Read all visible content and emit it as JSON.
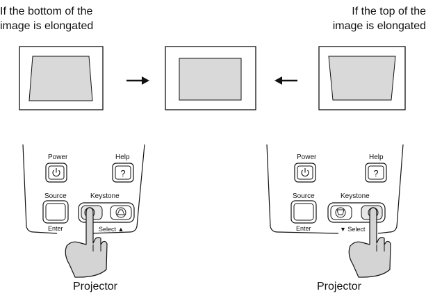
{
  "captions": {
    "left": [
      "If the bottom of the",
      "image is elongated"
    ],
    "right": [
      "If the top of the",
      "image is elongated"
    ]
  },
  "panels": {
    "left": {
      "power_label": "Power",
      "help_label": "Help",
      "help_symbol": "?",
      "source_label": "Source",
      "enter_label": "Enter",
      "keystone_label": "Keystone",
      "select_label": "Select ▲",
      "projector_label": "Projector"
    },
    "right": {
      "power_label": "Power",
      "help_label": "Help",
      "help_symbol": "?",
      "source_label": "Source",
      "enter_label": "Enter",
      "keystone_label": "Keystone",
      "select_label": "▼ Select",
      "projector_label": "Projector"
    }
  },
  "colors": {
    "image_fill": "#d9d9d9",
    "button_fill": "#e6e6e6",
    "finger_fill": "#d4d4d4",
    "stroke": "#111111"
  },
  "icons": {
    "arrow_right": "arrow-right-icon",
    "arrow_left": "arrow-left-icon",
    "power": "power-icon",
    "keystone_up": "keystone-up-icon",
    "keystone_down": "keystone-down-icon",
    "finger": "finger-pointer-icon"
  }
}
